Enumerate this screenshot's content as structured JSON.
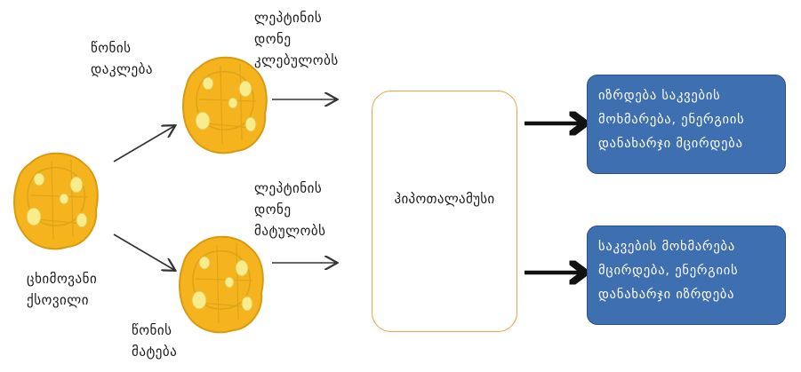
{
  "labels": {
    "adipose_tissue": "ცხიმოვანი\nქსოვილი",
    "weight_loss": "წონის\nდაკლება",
    "weight_gain": "წონის\nმატება",
    "leptin_decrease": "ლეპტინის\nდონე\nკლებულობს",
    "leptin_increase": "ლეპტინის\nდონე\nმატულობს"
  },
  "hypothalamus": "ჰიპოთალამუსი",
  "outcomes": [
    "იზრდება საკვების\nმოხმარება, ენერგიის\nდანახარჯი მცირდება",
    "საკვების მოხმარება\nმცირდება, ენერგიის\nდანახარჯი იზრდება"
  ],
  "colors": {
    "fat_cell": "#f5b41e",
    "fat_highlight": "#f8ec8c",
    "hypothalamus_border": "#f0a040",
    "outcome_box": "#3e6fb0"
  }
}
